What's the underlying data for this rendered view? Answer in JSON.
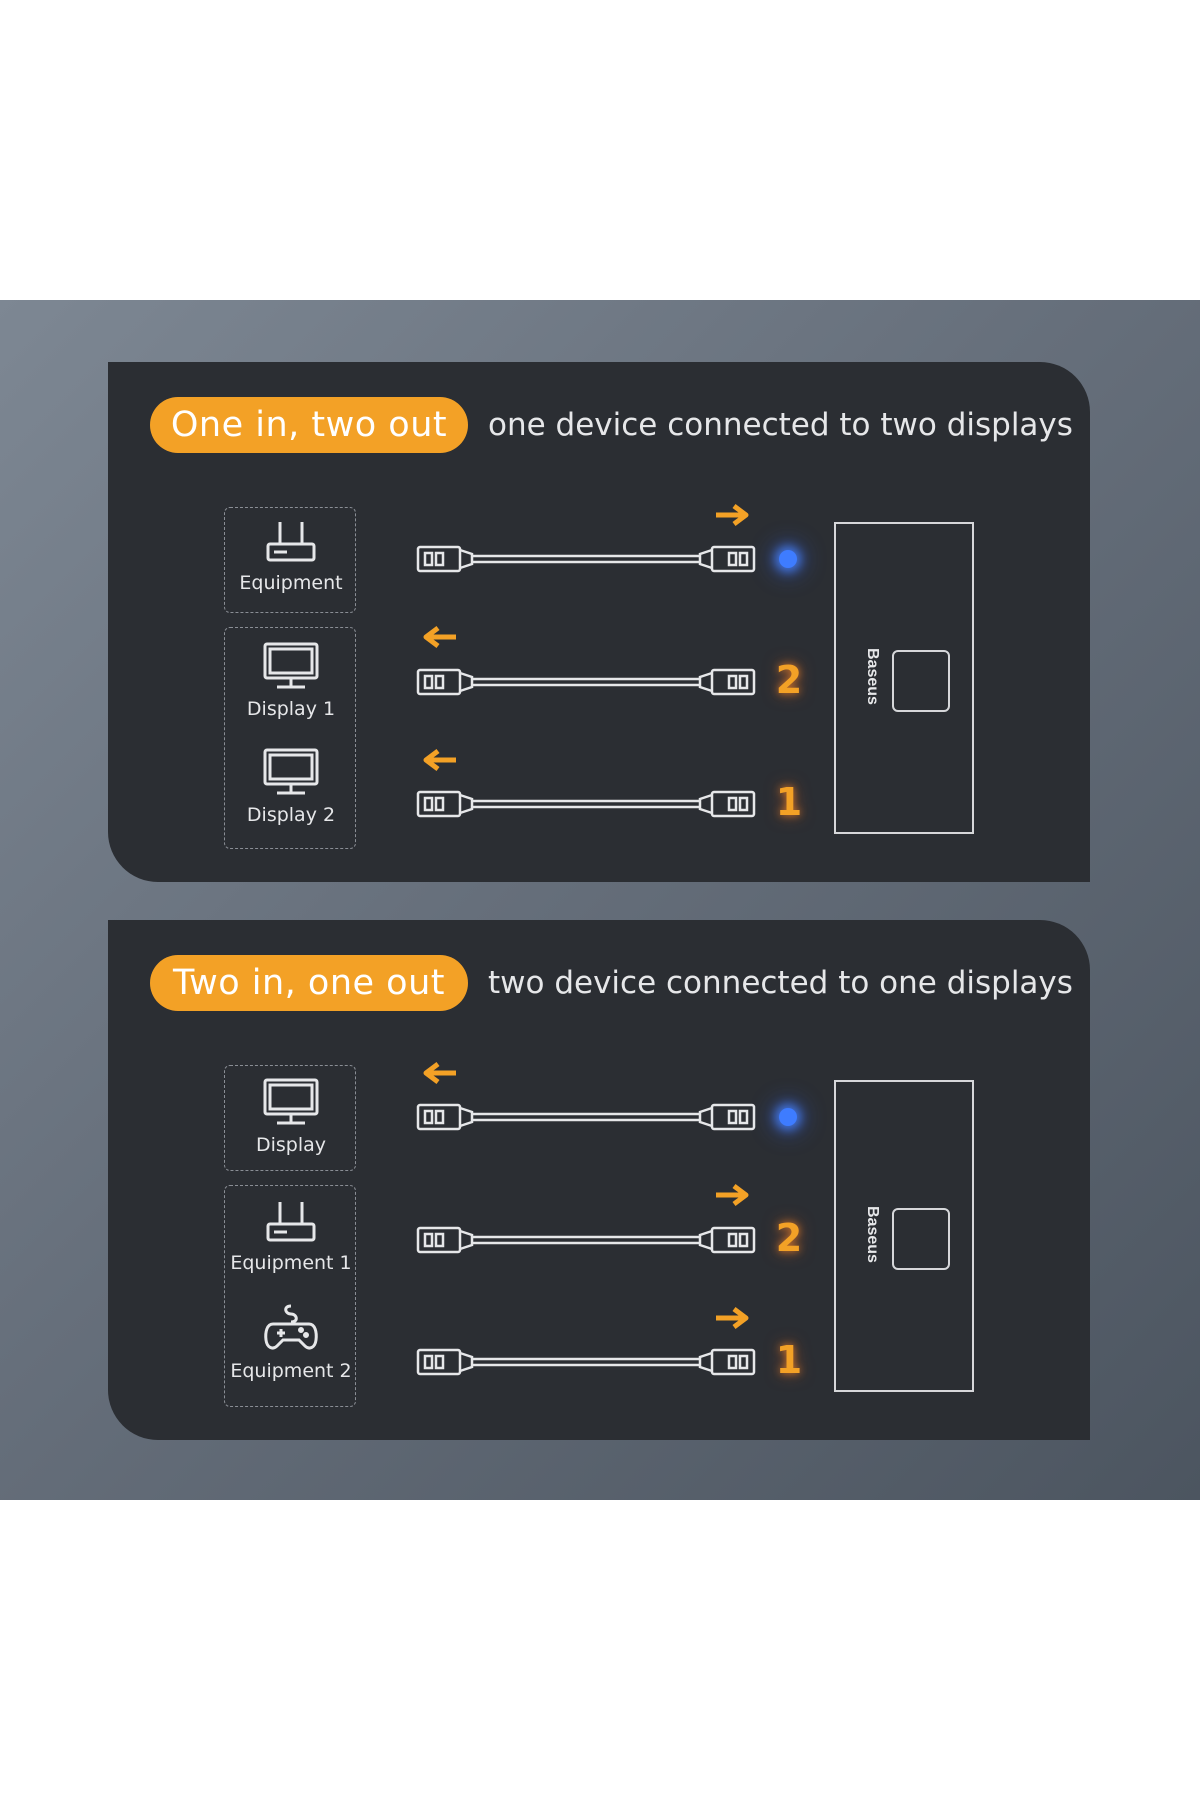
{
  "sections": [
    {
      "badge": "One in, two out",
      "subtitle": "one device connected to two displays",
      "devices": [
        {
          "label": "Equipment",
          "icon": "router-icon"
        },
        {
          "label": "Display 1",
          "icon": "monitor-icon"
        },
        {
          "label": "Display 2",
          "icon": "monitor-icon"
        }
      ],
      "ports": [
        {
          "indicator": "led",
          "direction": "to-switch"
        },
        {
          "indicator": "2",
          "direction": "to-device"
        },
        {
          "indicator": "1",
          "direction": "to-device"
        }
      ],
      "switch_brand": "Baseus"
    },
    {
      "badge": "Two in, one out",
      "subtitle": "two device connected to one displays",
      "devices": [
        {
          "label": "Display",
          "icon": "monitor-icon"
        },
        {
          "label": "Equipment 1",
          "icon": "router-icon"
        },
        {
          "label": "Equipment 2",
          "icon": "gamepad-icon"
        }
      ],
      "ports": [
        {
          "indicator": "led",
          "direction": "to-device"
        },
        {
          "indicator": "2",
          "direction": "to-switch"
        },
        {
          "indicator": "1",
          "direction": "to-switch"
        }
      ],
      "switch_brand": "Baseus"
    }
  ],
  "colors": {
    "accent": "#f3a126",
    "panel": "#2b2e33",
    "led": "#3e7cff",
    "text": "#e6e7e9"
  }
}
